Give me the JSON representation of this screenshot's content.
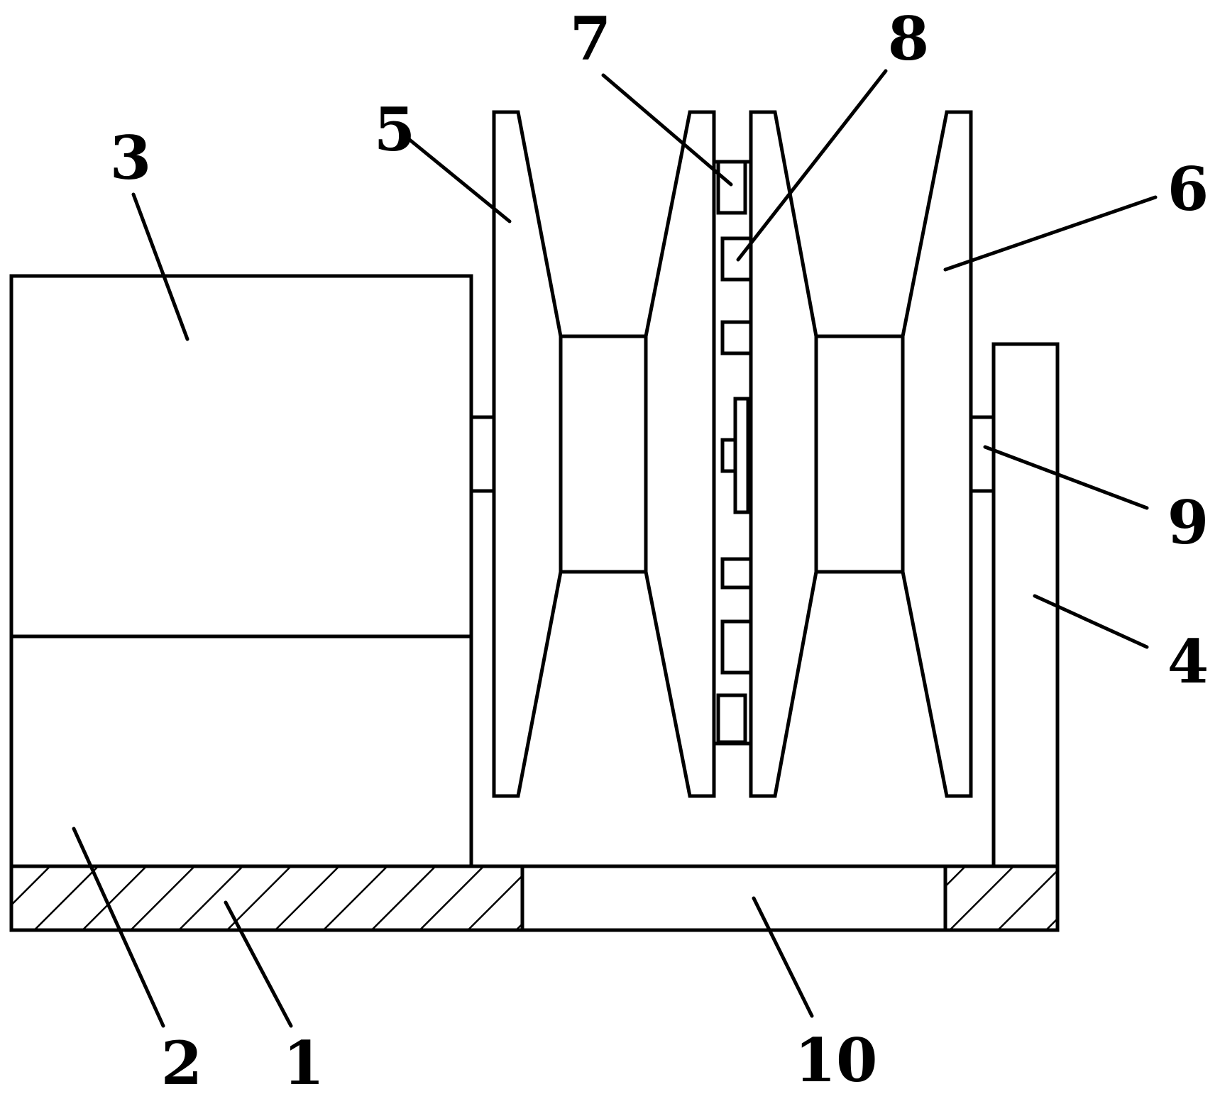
{
  "colors": {
    "stroke": "#000000",
    "background": "#ffffff"
  },
  "labels": {
    "l1": "1",
    "l2": "2",
    "l3": "3",
    "l4": "4",
    "l5": "5",
    "l6": "6",
    "l7": "7",
    "l8": "8",
    "l9": "9",
    "l10": "10"
  }
}
